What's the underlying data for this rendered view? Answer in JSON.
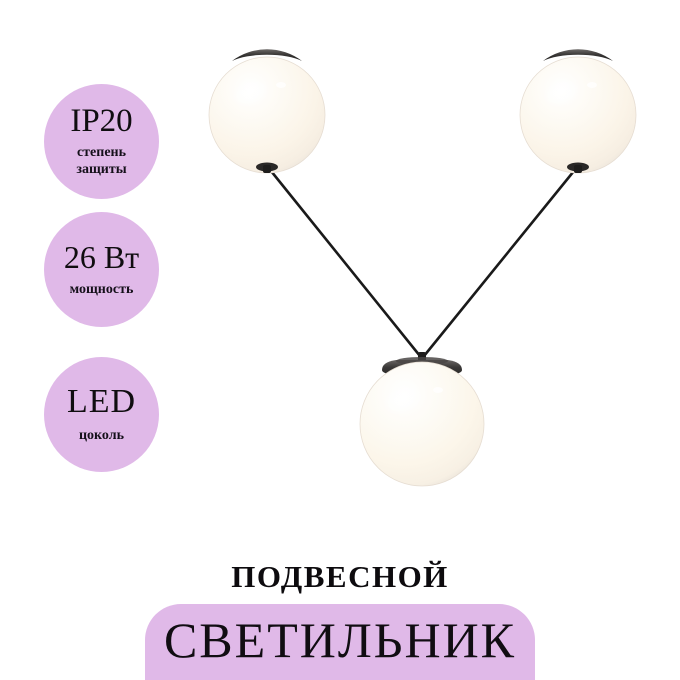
{
  "theme": {
    "background": "#ffffff",
    "accent_lavender": "#e0b9e8",
    "text_dark": "#110d12",
    "cord_black": "#1a1a1a",
    "globe_warm_white": "#fdf7ef"
  },
  "badges": [
    {
      "id": "ip-rating",
      "main": "IP20",
      "sub": "степень\nзащиты"
    },
    {
      "id": "power",
      "main": "26 Вт",
      "sub": "мощность"
    },
    {
      "id": "lamp-base",
      "main": "LED",
      "sub": "цоколь"
    }
  ],
  "product": {
    "caption_top": "ПОДВЕСНОЙ",
    "caption_banner": "СВЕТИЛЬНИК",
    "illustration_name": "three-globe-pendant-lamp"
  }
}
